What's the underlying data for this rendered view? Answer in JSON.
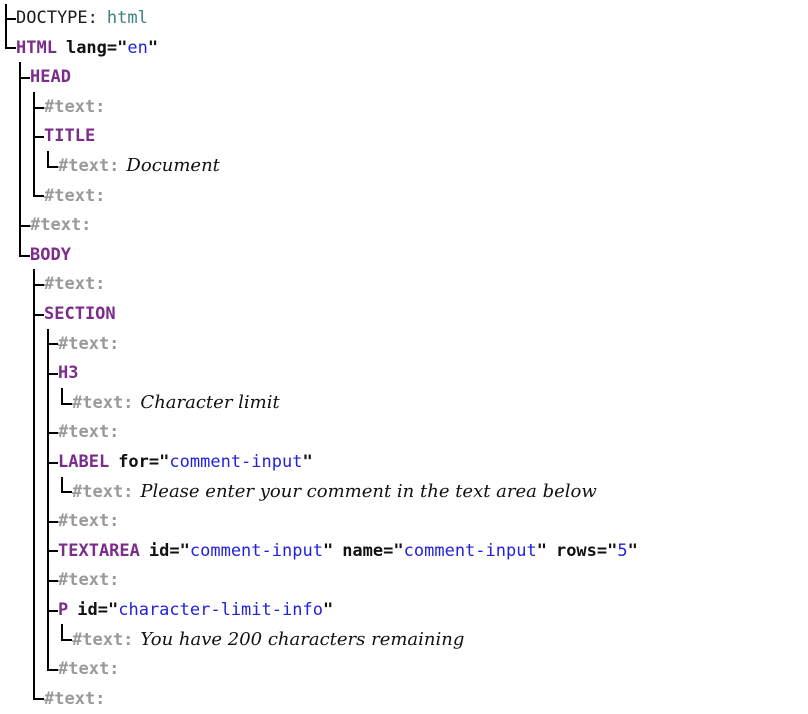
{
  "view": {
    "kind": "dom-tree-inspector",
    "background_color": "#ffffff",
    "colors": {
      "tag": "#7B2D8B",
      "attribute_name": "#111111",
      "attribute_value": "#2222DD",
      "doctype_value": "#3C8080",
      "text_node_marker": "#9a9a9a",
      "text_content": "#111111",
      "tree_lines": "#000000"
    }
  },
  "labels": {
    "doctype_key": "DOCTYPE:",
    "text_marker": "#text:"
  },
  "nodes": [
    {
      "id": "doctype",
      "depth": 0,
      "connector": "tee",
      "type": "doctype",
      "key": "DOCTYPE:",
      "value": "html"
    },
    {
      "id": "html",
      "depth": 0,
      "connector": "elbow",
      "type": "element",
      "tag": "HTML",
      "attributes": [
        {
          "name": "lang",
          "value": "en"
        }
      ]
    },
    {
      "id": "head",
      "depth": 1,
      "connector": "tee",
      "type": "element",
      "tag": "HEAD",
      "attributes": []
    },
    {
      "id": "head-text-1",
      "depth": 2,
      "connector": "tee",
      "type": "text",
      "marker": "#text:",
      "value": ""
    },
    {
      "id": "title",
      "depth": 2,
      "connector": "tee",
      "type": "element",
      "tag": "TITLE",
      "attributes": []
    },
    {
      "id": "title-text",
      "depth": 3,
      "connector": "elbow",
      "type": "text",
      "marker": "#text:",
      "value": "Document"
    },
    {
      "id": "head-text-2",
      "depth": 2,
      "connector": "elbow",
      "type": "text",
      "marker": "#text:",
      "value": ""
    },
    {
      "id": "html-text-1",
      "depth": 1,
      "connector": "tee",
      "type": "text",
      "marker": "#text:",
      "value": ""
    },
    {
      "id": "body",
      "depth": 1,
      "connector": "elbow",
      "type": "element",
      "tag": "BODY",
      "attributes": []
    },
    {
      "id": "body-text-1",
      "depth": 2,
      "connector": "tee",
      "type": "text",
      "marker": "#text:",
      "value": ""
    },
    {
      "id": "section",
      "depth": 2,
      "connector": "tee",
      "type": "element",
      "tag": "SECTION",
      "attributes": []
    },
    {
      "id": "section-text-1",
      "depth": 3,
      "connector": "tee",
      "type": "text",
      "marker": "#text:",
      "value": ""
    },
    {
      "id": "h3",
      "depth": 3,
      "connector": "tee",
      "type": "element",
      "tag": "H3",
      "attributes": []
    },
    {
      "id": "h3-text",
      "depth": 4,
      "connector": "elbow",
      "type": "text",
      "marker": "#text:",
      "value": "Character limit"
    },
    {
      "id": "section-text-2",
      "depth": 3,
      "connector": "tee",
      "type": "text",
      "marker": "#text:",
      "value": ""
    },
    {
      "id": "label",
      "depth": 3,
      "connector": "tee",
      "type": "element",
      "tag": "LABEL",
      "attributes": [
        {
          "name": "for",
          "value": "comment-input"
        }
      ]
    },
    {
      "id": "label-text",
      "depth": 4,
      "connector": "elbow",
      "type": "text",
      "marker": "#text:",
      "value": "Please enter your comment in the text area below"
    },
    {
      "id": "section-text-3",
      "depth": 3,
      "connector": "tee",
      "type": "text",
      "marker": "#text:",
      "value": ""
    },
    {
      "id": "textarea",
      "depth": 3,
      "connector": "tee",
      "type": "element",
      "tag": "TEXTAREA",
      "attributes": [
        {
          "name": "id",
          "value": "comment-input"
        },
        {
          "name": "name",
          "value": "comment-input"
        },
        {
          "name": "rows",
          "value": "5"
        }
      ]
    },
    {
      "id": "section-text-4",
      "depth": 3,
      "connector": "tee",
      "type": "text",
      "marker": "#text:",
      "value": ""
    },
    {
      "id": "p",
      "depth": 3,
      "connector": "tee",
      "type": "element",
      "tag": "P",
      "attributes": [
        {
          "name": "id",
          "value": "character-limit-info"
        }
      ]
    },
    {
      "id": "p-text",
      "depth": 4,
      "connector": "elbow",
      "type": "text",
      "marker": "#text:",
      "value": "You have 200 characters remaining"
    },
    {
      "id": "section-text-5",
      "depth": 3,
      "connector": "elbow",
      "type": "text",
      "marker": "#text:",
      "value": ""
    },
    {
      "id": "body-text-2",
      "depth": 2,
      "connector": "elbow",
      "type": "text",
      "marker": "#text:",
      "value": ""
    }
  ]
}
